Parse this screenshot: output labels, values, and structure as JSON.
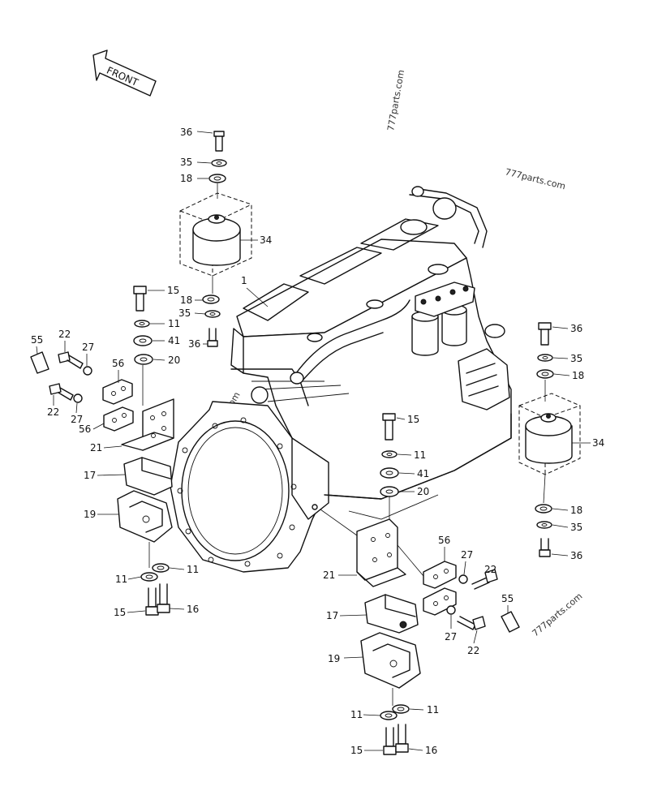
{
  "front_arrow": {
    "text": "FRONT"
  },
  "watermarks": [
    "777parts.com",
    "777parts.com",
    "777parts.com",
    "777parts.com"
  ],
  "callouts": {
    "engine": "1",
    "top_bolt": "36",
    "top_washer_a": "35",
    "top_washer_b": "18",
    "top_mount": "34",
    "left_bolt": "15",
    "left_washer_18": "18",
    "left_washer_35": "35",
    "left_washer_11": "11",
    "left_washer_41": "41",
    "left_washer_20": "20",
    "left_bolt_36": "36",
    "left_pin_55": "55",
    "left_bolt_22a": "22",
    "left_nut_27a": "27",
    "left_plate_56a": "56",
    "left_bolt_22b": "22",
    "left_nut_27b": "27",
    "left_plate_56b": "56",
    "left_bracket_21": "21",
    "left_cushion_17": "17",
    "left_support_19": "19",
    "left_washer_11a": "11",
    "left_washer_11b": "11",
    "left_bolt_15": "15",
    "left_bolt_16": "16",
    "right_bolt_36a": "36",
    "right_washer_35a": "35",
    "right_washer_18a": "18",
    "right_mount_34": "34",
    "right_washer_18b": "18",
    "right_washer_35b": "35",
    "right_bolt_36b": "36",
    "mid_bolt_15": "15",
    "mid_washer_11": "11",
    "mid_washer_41": "41",
    "mid_washer_20": "20",
    "right_plate_56": "56",
    "right_nut_27a": "27",
    "right_bolt_22a": "22",
    "right_pin_55": "55",
    "right_nut_27b": "27",
    "right_bolt_22b": "22",
    "right_bracket_21": "21",
    "right_cushion_17": "17",
    "right_support_19": "19",
    "right_washer_11a": "11",
    "right_washer_11b": "11",
    "right_bolt_15": "15",
    "right_bolt_16": "16"
  }
}
